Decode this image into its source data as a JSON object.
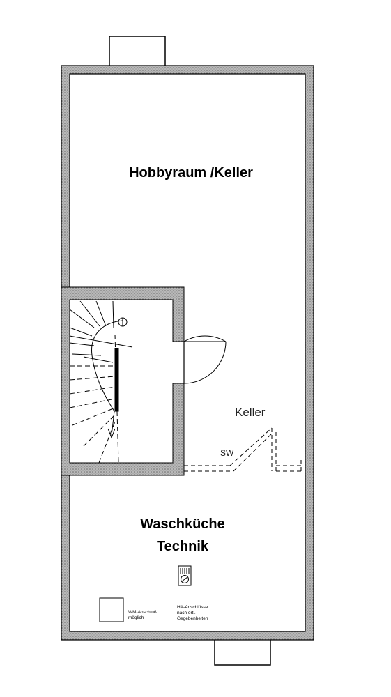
{
  "rooms": {
    "upper_label": "Hobbyraum /Keller",
    "lower_label_line1": "Waschküche",
    "lower_label_line2": "Technik",
    "keller_label": "Keller",
    "sw_label": "SW"
  },
  "notes": {
    "wm_line1": "WM-Anschluß",
    "wm_line2": "möglich",
    "ha_line1": "HA-Anschlüsse",
    "ha_line2": "nach örtl.",
    "ha_line3": "Gegebenheiten"
  },
  "icons": {
    "meter": "meter-icon",
    "washer": "washing-machine-box-icon"
  },
  "colors": {
    "wall": "#9a9a9a",
    "ink": "#000000"
  }
}
